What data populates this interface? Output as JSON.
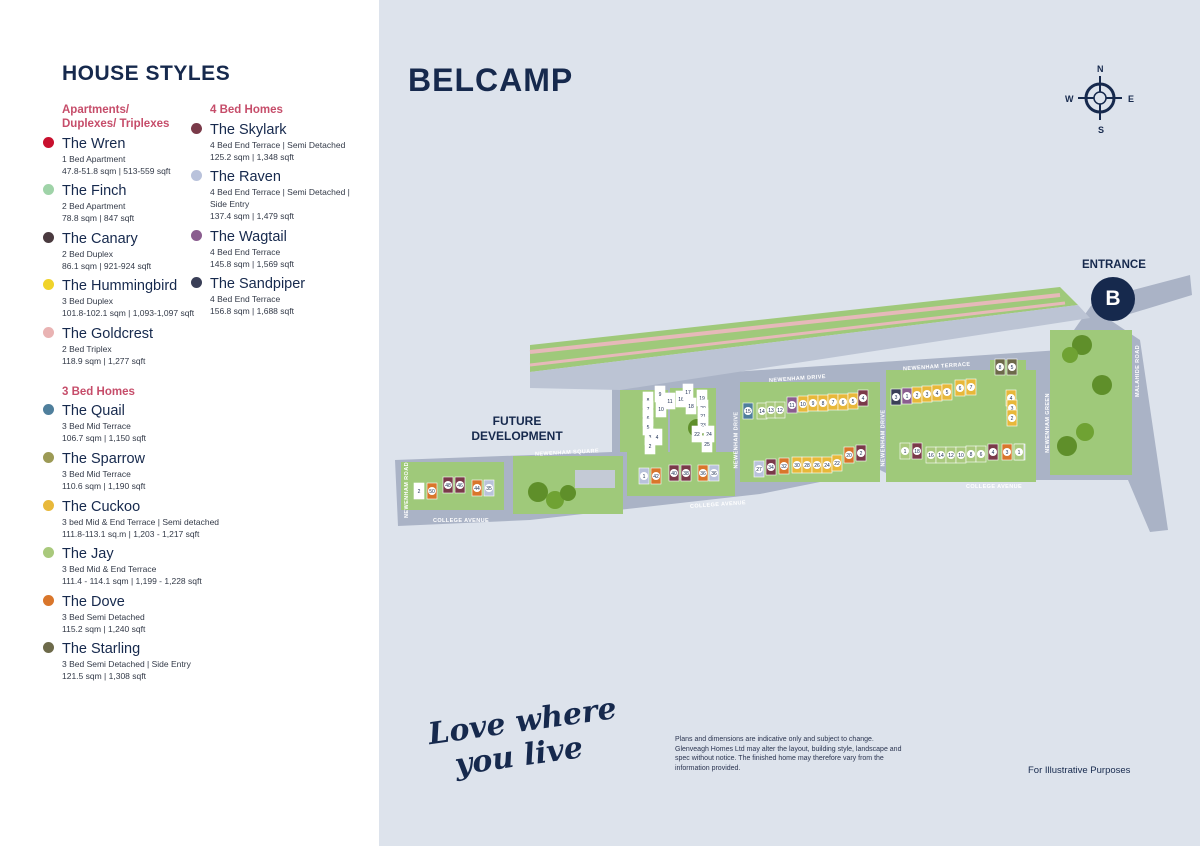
{
  "left_panel": {
    "heading": "HOUSE STYLES",
    "categories": {
      "apartments": "Apartments/\nDuplexes/ Triplexes",
      "bed3": "3 Bed Homes",
      "bed4": "4 Bed Homes"
    },
    "styles": [
      {
        "name": "The Wren",
        "l1": "1 Bed Apartment",
        "l2": "47.8-51.8 sqm | 513-559 sqft",
        "color": "#c8102e"
      },
      {
        "name": "The Finch",
        "l1": "2 Bed Apartment",
        "l2": "78.8 sqm | 847 sqft",
        "color": "#9fd3a8"
      },
      {
        "name": "The Canary",
        "l1": "2 Bed Duplex",
        "l2": "86.1 sqm | 921-924 sqft",
        "color": "#4a3a3f"
      },
      {
        "name": "The Hummingbird",
        "l1": "3 Bed Duplex",
        "l2": "101.8-102.1 sqm | 1,093-1,097 sqft",
        "color": "#f0d32a"
      },
      {
        "name": "The Goldcrest",
        "l1": "2 Bed Triplex",
        "l2": "118.9 sqm | 1,277 sqft",
        "color": "#e9b3b3"
      },
      {
        "name": "The Quail",
        "l1": "3 Bed Mid Terrace",
        "l2": "106.7 sqm | 1,150 sqft",
        "color": "#4f7f9c"
      },
      {
        "name": "The Sparrow",
        "l1": "3 Bed Mid Terrace",
        "l2": "110.6 sqm | 1,190 sqft",
        "color": "#9c9a55"
      },
      {
        "name": "The Cuckoo",
        "l1": "3 bed Mid & End Terrace | Semi detached",
        "l2": "111.8-113.1 sq.m | 1,203 - 1,217 sqft",
        "color": "#e8b83a"
      },
      {
        "name": "The Jay",
        "l1": "3 Bed Mid & End Terrace",
        "l2": "111.4 - 114.1 sqm | 1,199 - 1,228 sqft",
        "color": "#a9c97c"
      },
      {
        "name": "The Dove",
        "l1": "3 Bed Semi Detached",
        "l2": "115.2 sqm | 1,240 sqft",
        "color": "#d9762b"
      },
      {
        "name": "The Starling",
        "l1": "3 Bed Semi Detached | Side Entry",
        "l2": "121.5 sqm | 1,308 sqft",
        "color": "#6d6a4a"
      },
      {
        "name": "The Skylark",
        "l1": "4 Bed End Terrace | Semi Detached",
        "l2": "125.2 sqm | 1,348 sqft",
        "color": "#7a3a49"
      },
      {
        "name": "The Raven",
        "l1": "4 Bed End Terrace | Semi Detached |\nSide Entry",
        "l2": "137.4 sqm | 1,479 sqft",
        "color": "#b9c2db"
      },
      {
        "name": "The Wagtail",
        "l1": "4 Bed End Terrace",
        "l2": "145.8 sqm | 1,569 sqft",
        "color": "#8a5d8f"
      },
      {
        "name": "The Sandpiper",
        "l1": "4 Bed End Terrace",
        "l2": "156.8 sqm | 1,688 sqft",
        "color": "#3a3f57"
      }
    ]
  },
  "map": {
    "title": "BELCAMP",
    "compass": {
      "n": "N",
      "s": "S",
      "e": "E",
      "w": "W"
    },
    "entrance_label": "ENTRANCE",
    "entrance_badge": "B",
    "future_label": "FUTURE\nDEVELOPMENT",
    "roads": {
      "college1": "COLLEGE AVENUE",
      "college2": "COLLEGE AVENUE",
      "college3": "COLLEGE AVENUE",
      "newenham_road": "NEWENHAM ROAD",
      "newenham_square": "NEWENHAM SQUARE",
      "newenham_drive1": "NEWENHAM DRIVE",
      "newenham_drive2": "NEWENHAM DRIVE",
      "newenham_drive3": "NEWENHAM DRIVE",
      "newenham_terrace": "NEWENHAM TERRACE",
      "newenham_green": "NEWENHAM GREEN",
      "malahide_road": "MALAHIDE ROAD"
    },
    "plots": [
      {
        "n": "2",
        "c": "#ffffff"
      },
      {
        "n": "50",
        "c": "#d9762b"
      },
      {
        "n": "48",
        "c": "#7a3a49"
      },
      {
        "n": "46",
        "c": "#7a3a49"
      },
      {
        "n": "44",
        "c": "#d9762b"
      },
      {
        "n": "35",
        "c": "#b9c2db"
      },
      {
        "n": "1",
        "c": "#b9c2db"
      },
      {
        "n": "42",
        "c": "#d9762b"
      },
      {
        "n": "40",
        "c": "#7a3a49"
      },
      {
        "n": "38",
        "c": "#7a3a49"
      },
      {
        "n": "36",
        "c": "#d9762b"
      },
      {
        "n": "36",
        "c": "#b9c2db"
      },
      {
        "n": "9",
        "c": "#ffffff"
      },
      {
        "n": "8",
        "c": "#ffffff"
      },
      {
        "n": "7",
        "c": "#ffffff"
      },
      {
        "n": "6",
        "c": "#ffffff"
      },
      {
        "n": "5",
        "c": "#ffffff"
      },
      {
        "n": "3",
        "c": "#ffffff"
      },
      {
        "n": "2",
        "c": "#ffffff"
      },
      {
        "n": "4",
        "c": "#ffffff"
      },
      {
        "n": "10",
        "c": "#ffffff"
      },
      {
        "n": "11",
        "c": "#ffffff"
      },
      {
        "n": "16",
        "c": "#ffffff"
      },
      {
        "n": "17",
        "c": "#ffffff"
      },
      {
        "n": "19",
        "c": "#ffffff"
      },
      {
        "n": "18",
        "c": "#ffffff"
      },
      {
        "n": "20",
        "c": "#ffffff"
      },
      {
        "n": "21",
        "c": "#ffffff"
      },
      {
        "n": "23",
        "c": "#ffffff"
      },
      {
        "n": "22",
        "c": "#ffffff"
      },
      {
        "n": "24",
        "c": "#ffffff"
      },
      {
        "n": "25",
        "c": "#ffffff"
      },
      {
        "n": "15",
        "c": "#4f7f9c"
      },
      {
        "n": "14",
        "c": "#a9c97c"
      },
      {
        "n": "13",
        "c": "#a9c97c"
      },
      {
        "n": "12",
        "c": "#a9c97c"
      },
      {
        "n": "11",
        "c": "#8a5d8f"
      },
      {
        "n": "10",
        "c": "#e8b83a"
      },
      {
        "n": "9",
        "c": "#e8b83a"
      },
      {
        "n": "8",
        "c": "#e8b83a"
      },
      {
        "n": "7",
        "c": "#e8b83a"
      },
      {
        "n": "6",
        "c": "#e8b83a"
      },
      {
        "n": "5",
        "c": "#e8b83a"
      },
      {
        "n": "4",
        "c": "#7a3a49"
      },
      {
        "n": "27",
        "c": "#b9c2db"
      },
      {
        "n": "34",
        "c": "#7a3a49"
      },
      {
        "n": "32",
        "c": "#d9762b"
      },
      {
        "n": "30",
        "c": "#e8b83a"
      },
      {
        "n": "28",
        "c": "#e8b83a"
      },
      {
        "n": "26",
        "c": "#e8b83a"
      },
      {
        "n": "24",
        "c": "#e8b83a"
      },
      {
        "n": "22",
        "c": "#e8b83a"
      },
      {
        "n": "20",
        "c": "#d9762b"
      },
      {
        "n": "2",
        "c": "#7a3a49"
      },
      {
        "n": "3",
        "c": "#3a3f57"
      },
      {
        "n": "1",
        "c": "#8a5d8f"
      },
      {
        "n": "2",
        "c": "#e8b83a"
      },
      {
        "n": "3",
        "c": "#e8b83a"
      },
      {
        "n": "4",
        "c": "#e8b83a"
      },
      {
        "n": "5",
        "c": "#e8b83a"
      },
      {
        "n": "6",
        "c": "#e8b83a"
      },
      {
        "n": "7",
        "c": "#e8b83a"
      },
      {
        "n": "1",
        "c": "#a9c97c"
      },
      {
        "n": "18",
        "c": "#7a3a49"
      },
      {
        "n": "16",
        "c": "#a9c97c"
      },
      {
        "n": "14",
        "c": "#a9c97c"
      },
      {
        "n": "12",
        "c": "#a9c97c"
      },
      {
        "n": "10",
        "c": "#a9c97c"
      },
      {
        "n": "8",
        "c": "#a9c97c"
      },
      {
        "n": "6",
        "c": "#a9c97c"
      },
      {
        "n": "4",
        "c": "#7a3a49"
      },
      {
        "n": "3",
        "c": "#d9762b"
      },
      {
        "n": "2",
        "c": "#b9c2db"
      },
      {
        "n": "1",
        "c": "#a9c97c"
      },
      {
        "n": "4",
        "c": "#e8b83a"
      },
      {
        "n": "3",
        "c": "#e8b83a"
      },
      {
        "n": "2",
        "c": "#e8b83a"
      },
      {
        "n": "8",
        "c": "#6d6a4a"
      },
      {
        "n": "5",
        "c": "#6d6a4a"
      }
    ]
  },
  "tagline": {
    "line1": "Love where",
    "line2": "you live"
  },
  "disclaimer": "Plans and dimensions are indicative only and subject to change. Glenveagh Homes Ltd may alter the layout, building style, landscape and spec without notice. The finished home may therefore vary from the information provided.",
  "illustrative": "For Illustrative Purposes"
}
